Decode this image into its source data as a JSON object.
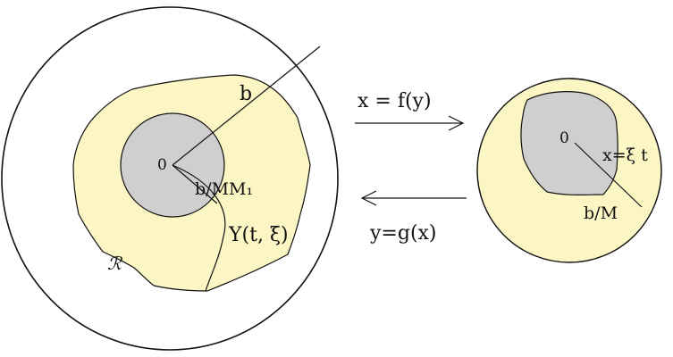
{
  "colors": {
    "region_fill": "#fbf6c3",
    "disk_fill": "#cfcfcf",
    "line": "#111111",
    "background": "#ffffff"
  },
  "left": {
    "label_b": "b",
    "label_origin": "0",
    "label_inner_radius": "b/MM₁",
    "label_curve": "Y(t, ξ)",
    "label_region": "ℛ"
  },
  "right": {
    "label_origin": "0",
    "label_segment": "x=ξ t",
    "label_radius": "b/M"
  },
  "arrows": {
    "forward_label": "x = f(y)",
    "backward_label": "y=g(x)"
  }
}
